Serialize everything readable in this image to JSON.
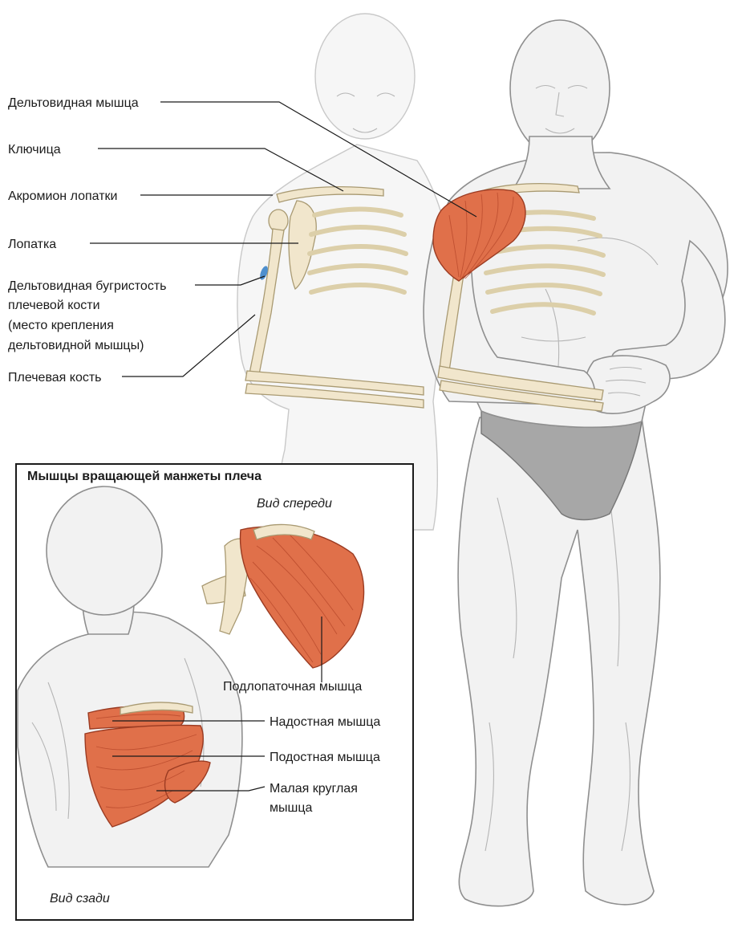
{
  "main_labels": [
    {
      "id": "deltoid",
      "lines": [
        "Дельтовидная мышца"
      ]
    },
    {
      "id": "clavicle",
      "lines": [
        "Ключица"
      ]
    },
    {
      "id": "acromion",
      "lines": [
        "Акромион лопатки"
      ]
    },
    {
      "id": "scapula",
      "lines": [
        "Лопатка"
      ]
    },
    {
      "id": "tuberosity",
      "lines": [
        "Дельтовидная бугристость",
        "плечевой кости",
        "(место крепления",
        "дельтовидной мышцы)"
      ]
    },
    {
      "id": "humerus",
      "lines": [
        "Плечевая кость"
      ]
    }
  ],
  "inset": {
    "title": "Мышцы вращающей манжеты плеча",
    "front_view": "Вид спереди",
    "back_view": "Вид сзади",
    "labels": [
      {
        "id": "subscapularis",
        "lines": [
          "Подлопаточная мышца"
        ]
      },
      {
        "id": "supraspinatus",
        "lines": [
          "Надостная мышца"
        ]
      },
      {
        "id": "infraspinatus",
        "lines": [
          "Подостная мышца"
        ]
      },
      {
        "id": "teres-minor",
        "lines": [
          "Малая круглая",
          "мышца"
        ]
      }
    ]
  },
  "colors": {
    "muscle": "#e0704a",
    "bone": "#f1e6cc",
    "skin": "#f2f2f2",
    "line": "#1b1b1b"
  }
}
